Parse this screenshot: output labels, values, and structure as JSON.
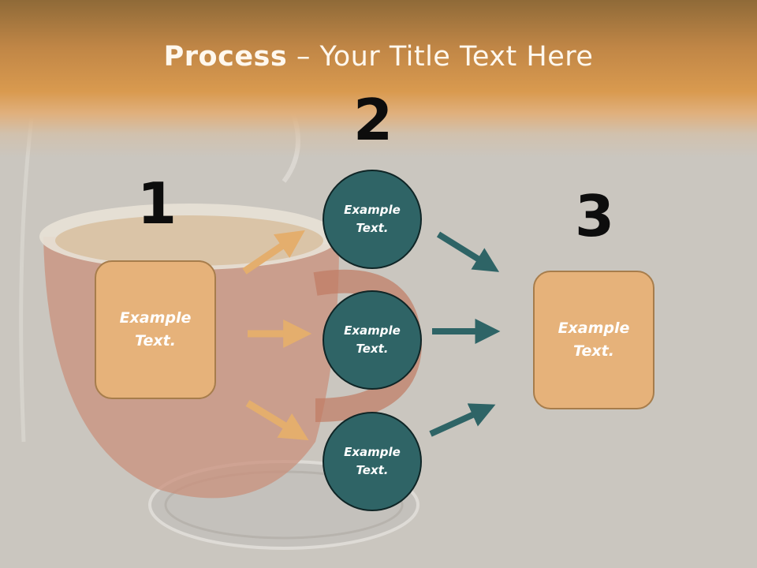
{
  "title": {
    "bold": "Process",
    "dash": " – ",
    "rest": "Your Title Text Here"
  },
  "steps": {
    "one": "1",
    "two": "2",
    "three": "3"
  },
  "boxes": {
    "left": [
      "Example",
      "Text."
    ],
    "right": [
      "Example",
      "Text."
    ]
  },
  "circles": [
    [
      "Example",
      "Text."
    ],
    [
      "Example",
      "Text."
    ],
    [
      "Example",
      "Text."
    ]
  ],
  "colors": {
    "title_band": "#d99a4f",
    "box_fill": "#e6b27a",
    "circle_fill": "#2f6466",
    "arrow_orange": "#e4ae6d",
    "arrow_teal": "#2e6466"
  }
}
